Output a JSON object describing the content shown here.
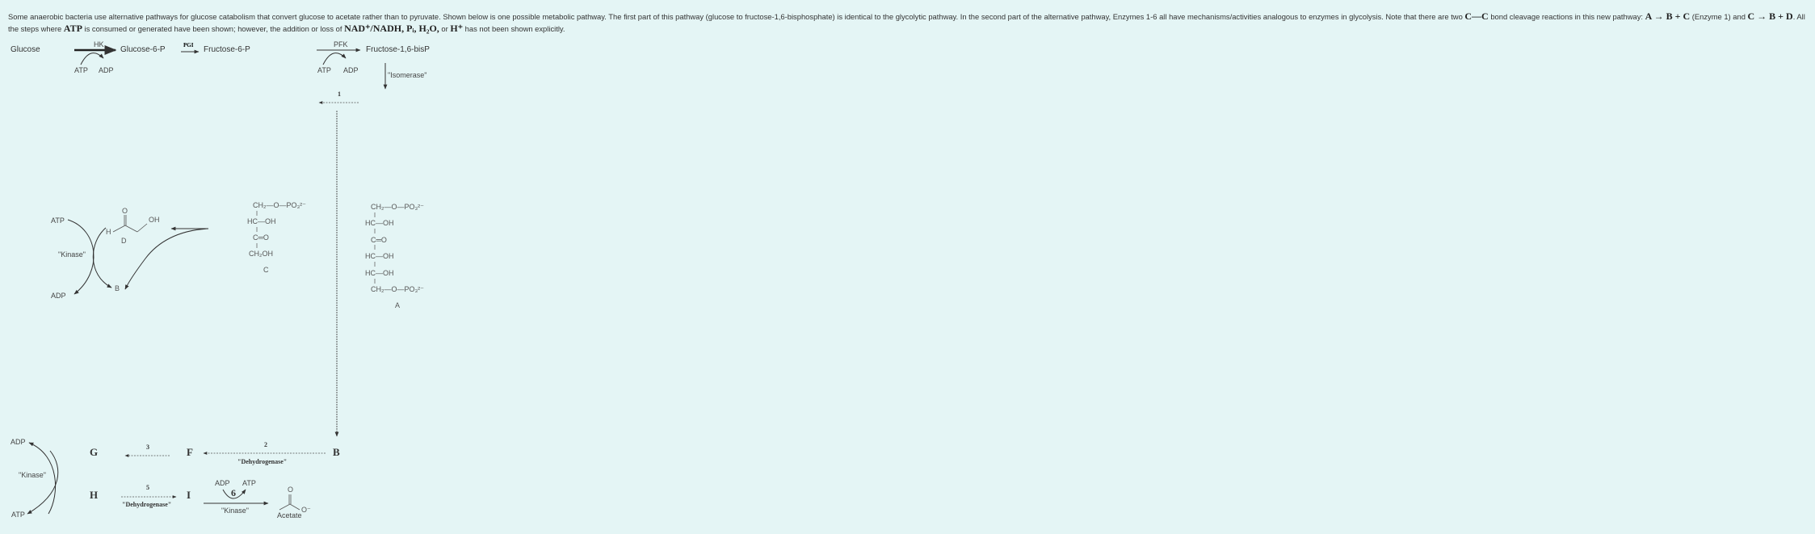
{
  "intro": {
    "p1": "Some anaerobic bacteria use alternative pathways for glucose catabolism that convert glucose to acetate rather than to pyruvate. Shown below is one possible metabolic pathway. The first part of this pathway (glucose to fructose-1,6-bisphosphate) is identical to the glycolytic pathway. In the second part of the alternative pathway, Enzymes 1-6 all have mechanisms/activities analogous to enzymes in glycolysis. Note that there are two ",
    "m1": "C—C",
    "p2": " bond cleavage reactions in this new pathway: ",
    "m2": "A → B + C",
    "p3": " (Enzyme 1) and ",
    "m3": "C → B + D",
    "p4": ". All the steps where ",
    "m4": "ATP",
    "p5": " is consumed or generated have been shown; however, the addition or loss of ",
    "m5": "NAD⁺/NADH, Pᵢ, H₂O,",
    "p6": " or ",
    "m6": "H⁺",
    "p7": " has not been shown explicitly."
  },
  "top_row": {
    "glucose": "Glucose",
    "hk": "HK",
    "atp1": "ATP",
    "adp1": "ADP",
    "g6p": "Glucose-6-P",
    "pgi": "PGI",
    "f6p": "Fructose-6-P",
    "pfk": "PFK",
    "atp2": "ATP",
    "adp2": "ADP",
    "f16bp": "Fructose-1,6-bisP",
    "isomerase": "\"Isomerase\"",
    "enzyme1": "1"
  },
  "compound_A": {
    "l1": "CH₂—O—PO₃²⁻",
    "l2": "HC—OH",
    "l3": "C═O",
    "l4": "HC—OH",
    "l5": "HC—OH",
    "l6": "CH₂—O—PO₃²⁻",
    "label": "A"
  },
  "compound_C": {
    "l1": "CH₂—O—PO₃²⁻",
    "l2": "HC—OH",
    "l3": "C═O",
    "l4": "CH₂OH",
    "label": "C"
  },
  "compound_D": {
    "o": "O",
    "h": "H",
    "oh": "OH",
    "label": "D"
  },
  "left_kinase": {
    "atp": "ATP",
    "kinase": "\"Kinase\"",
    "adp": "ADP",
    "b": "B"
  },
  "bottom": {
    "b": "B",
    "enzyme2": "2",
    "dehydrogenase": "\"Dehydrogenase\"",
    "f": "F",
    "enzyme3": "3",
    "g": "G",
    "adp": "ADP",
    "kinase": "\"Kinase\"",
    "atp": "ATP",
    "h": "H",
    "enzyme5": "5",
    "dehydrogenase2": "\"Dehydrogenase\"",
    "i": "I",
    "adp2": "ADP",
    "atp2": "ATP",
    "enzyme6": "6",
    "kinase2": "\"Kinase\"",
    "acetate_o": "O",
    "acetate_om": "O⁻",
    "acetate": "Acetate"
  }
}
